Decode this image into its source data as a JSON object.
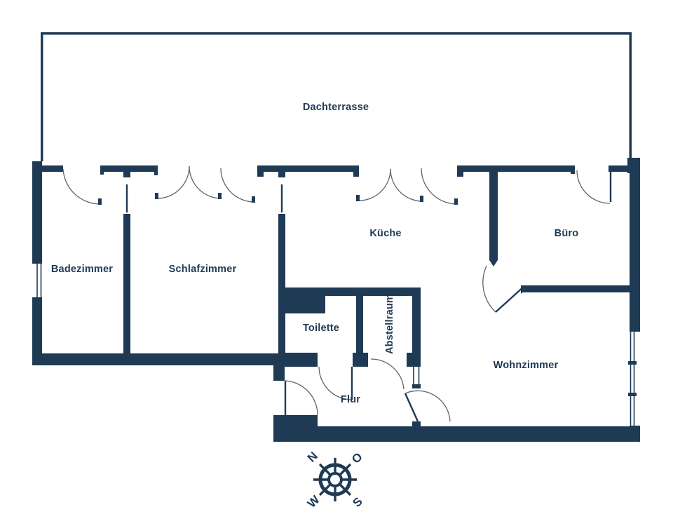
{
  "plan": {
    "type": "apartment-floor-plan",
    "colors": {
      "wall": "#1e3a55",
      "door_arc": "#5a6570",
      "background": "#ffffff"
    }
  },
  "rooms": {
    "dachterrasse": {
      "label": "Dachterrasse"
    },
    "badezimmer": {
      "label": "Badezimmer"
    },
    "schlafzimmer": {
      "label": "Schlafzimmer"
    },
    "kueche": {
      "label": "Küche"
    },
    "buero": {
      "label": "Büro"
    },
    "toilette": {
      "label": "Toilette"
    },
    "abstellraum": {
      "label": "Abstellraum"
    },
    "wohnzimmer": {
      "label": "Wohnzimmer"
    },
    "flur": {
      "label": "Flur"
    }
  },
  "compass": {
    "north": "N",
    "east": "O",
    "south": "S",
    "west": "W"
  }
}
